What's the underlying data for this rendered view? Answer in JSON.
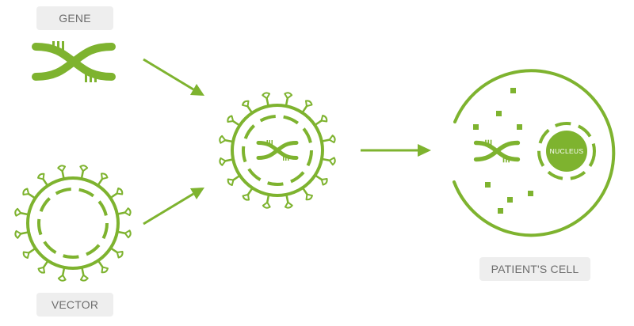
{
  "labels": {
    "gene": "GENE",
    "vector": "VECTOR",
    "patient_cell": "PATIENT'S CELL",
    "nucleus": "NUCLEUS"
  },
  "icons": [
    "dna-icon",
    "virus-icon",
    "arrow-icon",
    "cell-icon",
    "nucleus-icon"
  ],
  "colors": {
    "primary": "#7eb32f",
    "label_bg": "#eeeeee",
    "label_text": "#6d6d6d"
  }
}
